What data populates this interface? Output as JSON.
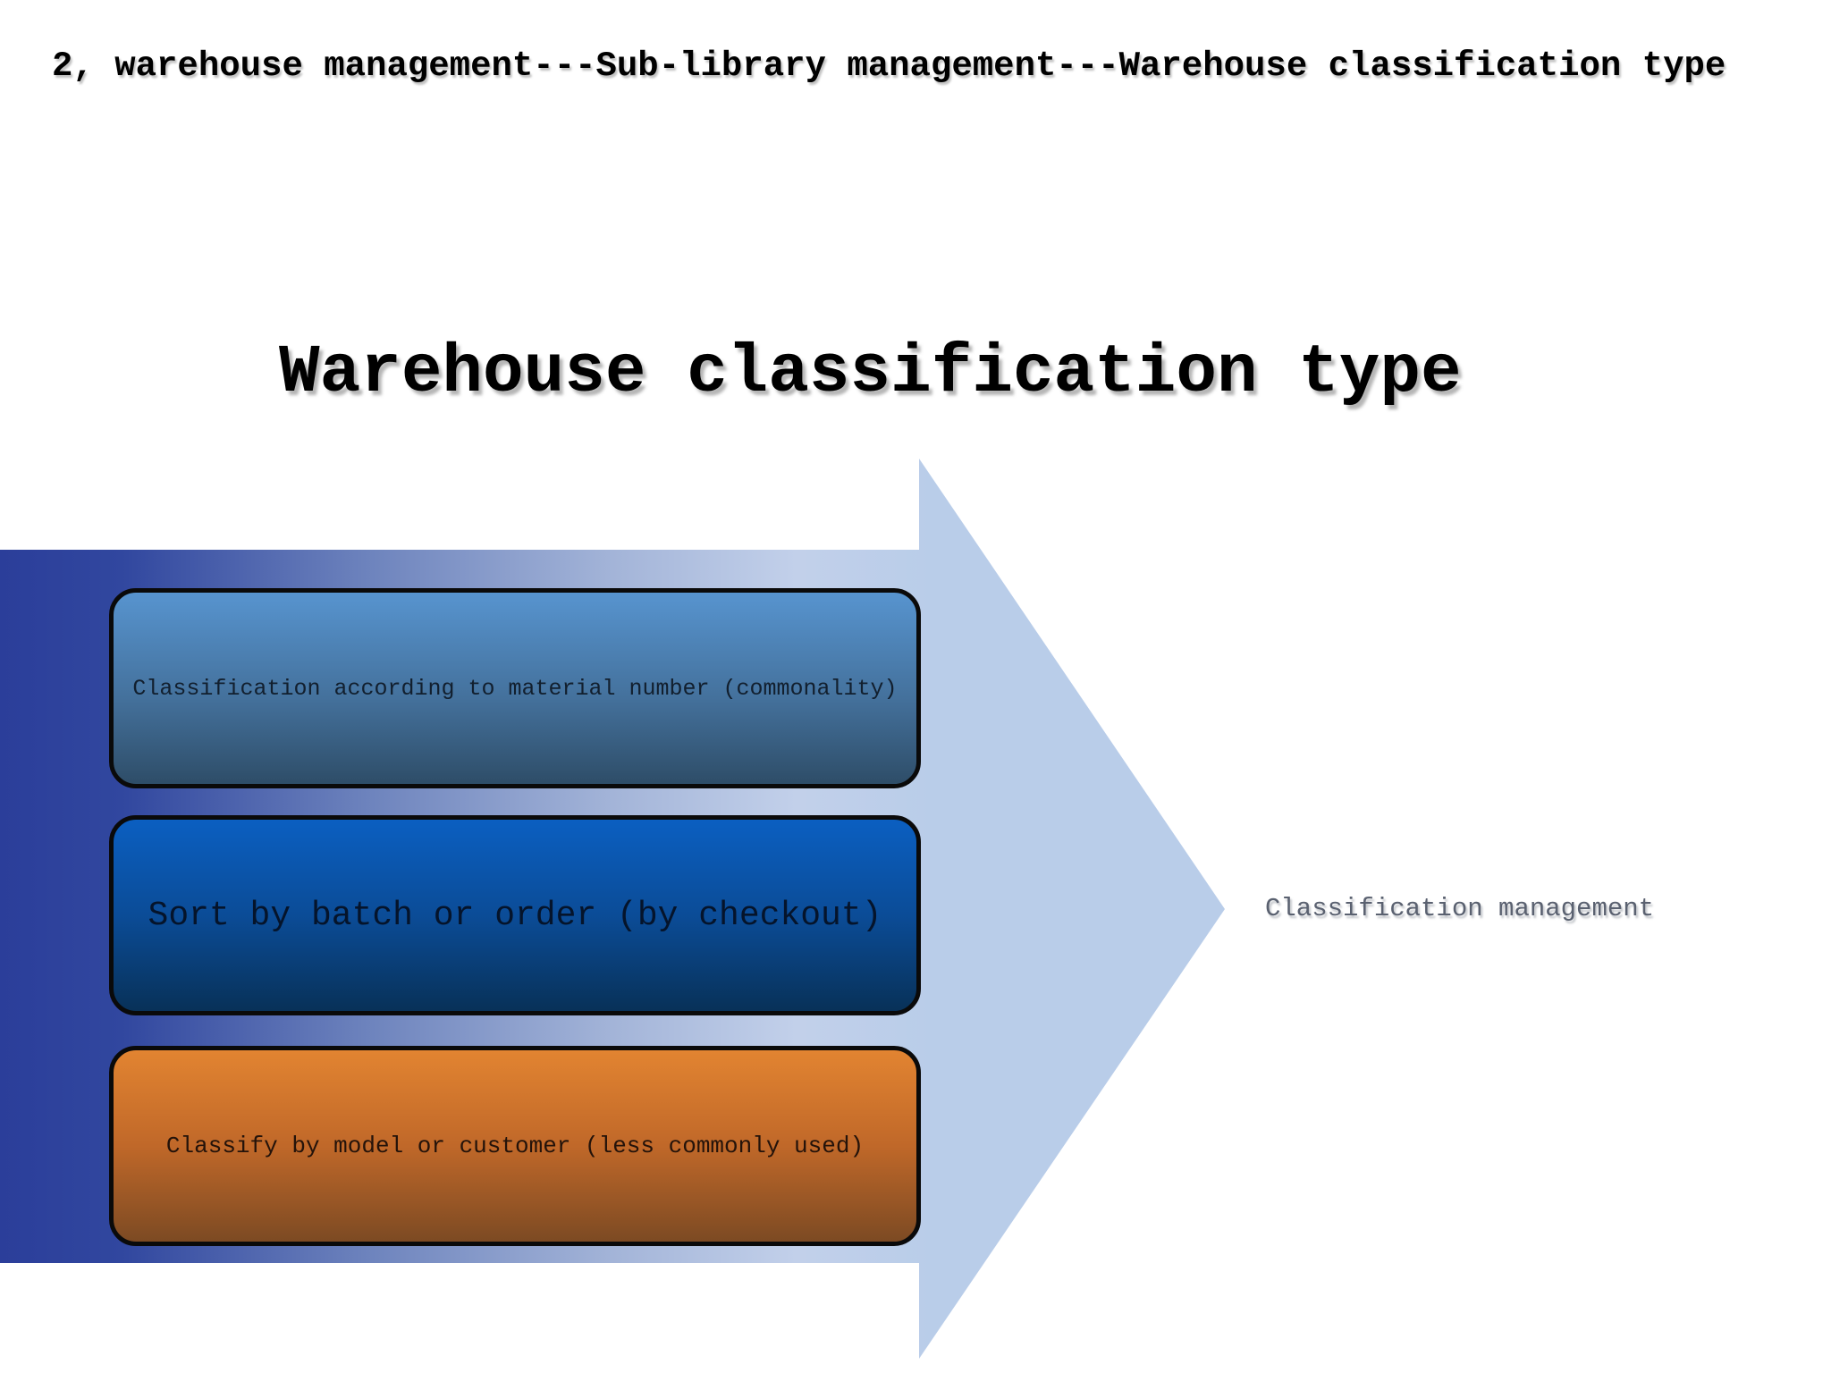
{
  "page": {
    "header": "2, warehouse management---Sub-library management---Warehouse classification type",
    "title": "Warehouse classification type"
  },
  "diagram": {
    "boxes": [
      {
        "label": "Classification according to material number (commonality)"
      },
      {
        "label": "Sort by batch or order (by checkout)"
      },
      {
        "label": "Classify by model or customer (less commonly used)"
      }
    ],
    "arrow_label": "Classification management"
  },
  "colors": {
    "text-color": "#000000",
    "band-dark": "#2b3e9a",
    "band-mid": "#a3b4d8",
    "arrow-light": "#b9cde9",
    "box-border": "#0a0a0a",
    "box1-top": "#5794cf",
    "box1-bottom": "#2e4d68",
    "box1-text": "#121f2e",
    "box2-top": "#0b5fc1",
    "box2-bottom": "#083158",
    "box2-text": "#05142b",
    "box3-top": "#e28431",
    "box3-bottom": "#7c4a23",
    "box3-text": "#24130a",
    "arrow-label-color": "#5a6170"
  }
}
